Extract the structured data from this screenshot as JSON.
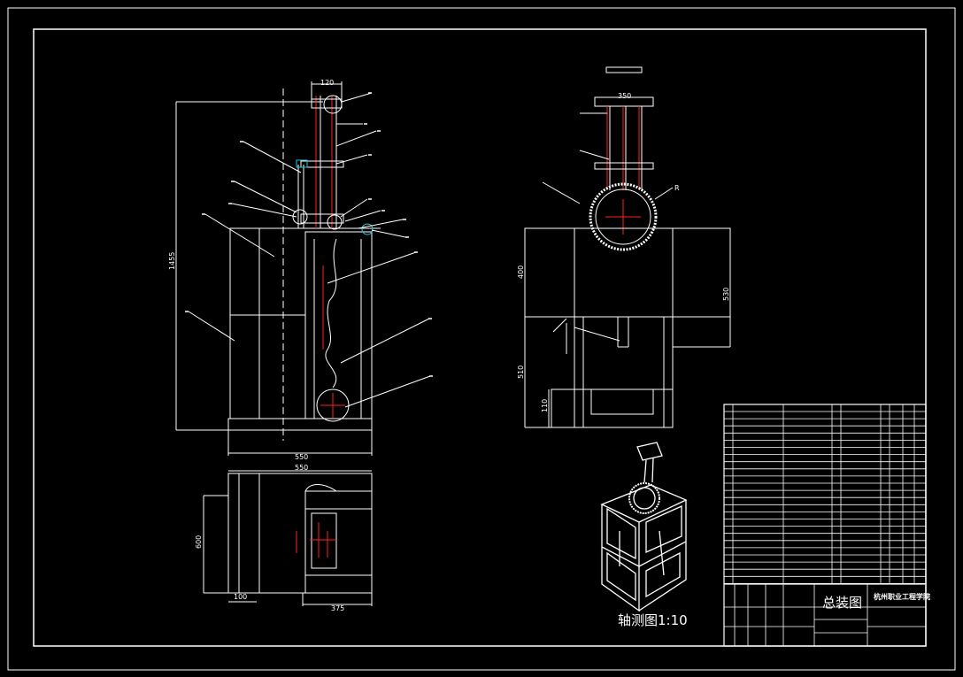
{
  "dimensions": {
    "top_width": "120",
    "height_total": "1455",
    "front_width": "550",
    "plan_width": "550",
    "plan_depth": "600",
    "plan_offset": "100",
    "plan_inner": "375",
    "side_top_width": "350",
    "side_radius": "R",
    "side_upper_h": "400",
    "side_total_h": "530",
    "side_lower_h": "510",
    "side_base_h": "110"
  },
  "title_block": {
    "drawing_name": "总装图",
    "company": "杭州职业工程学院"
  },
  "axonometric_label": "轴测图1:10",
  "colors": {
    "background": "#000000",
    "lines": "#ffffff",
    "centerlines": "#ff2020",
    "accent": "#21c4d6"
  }
}
